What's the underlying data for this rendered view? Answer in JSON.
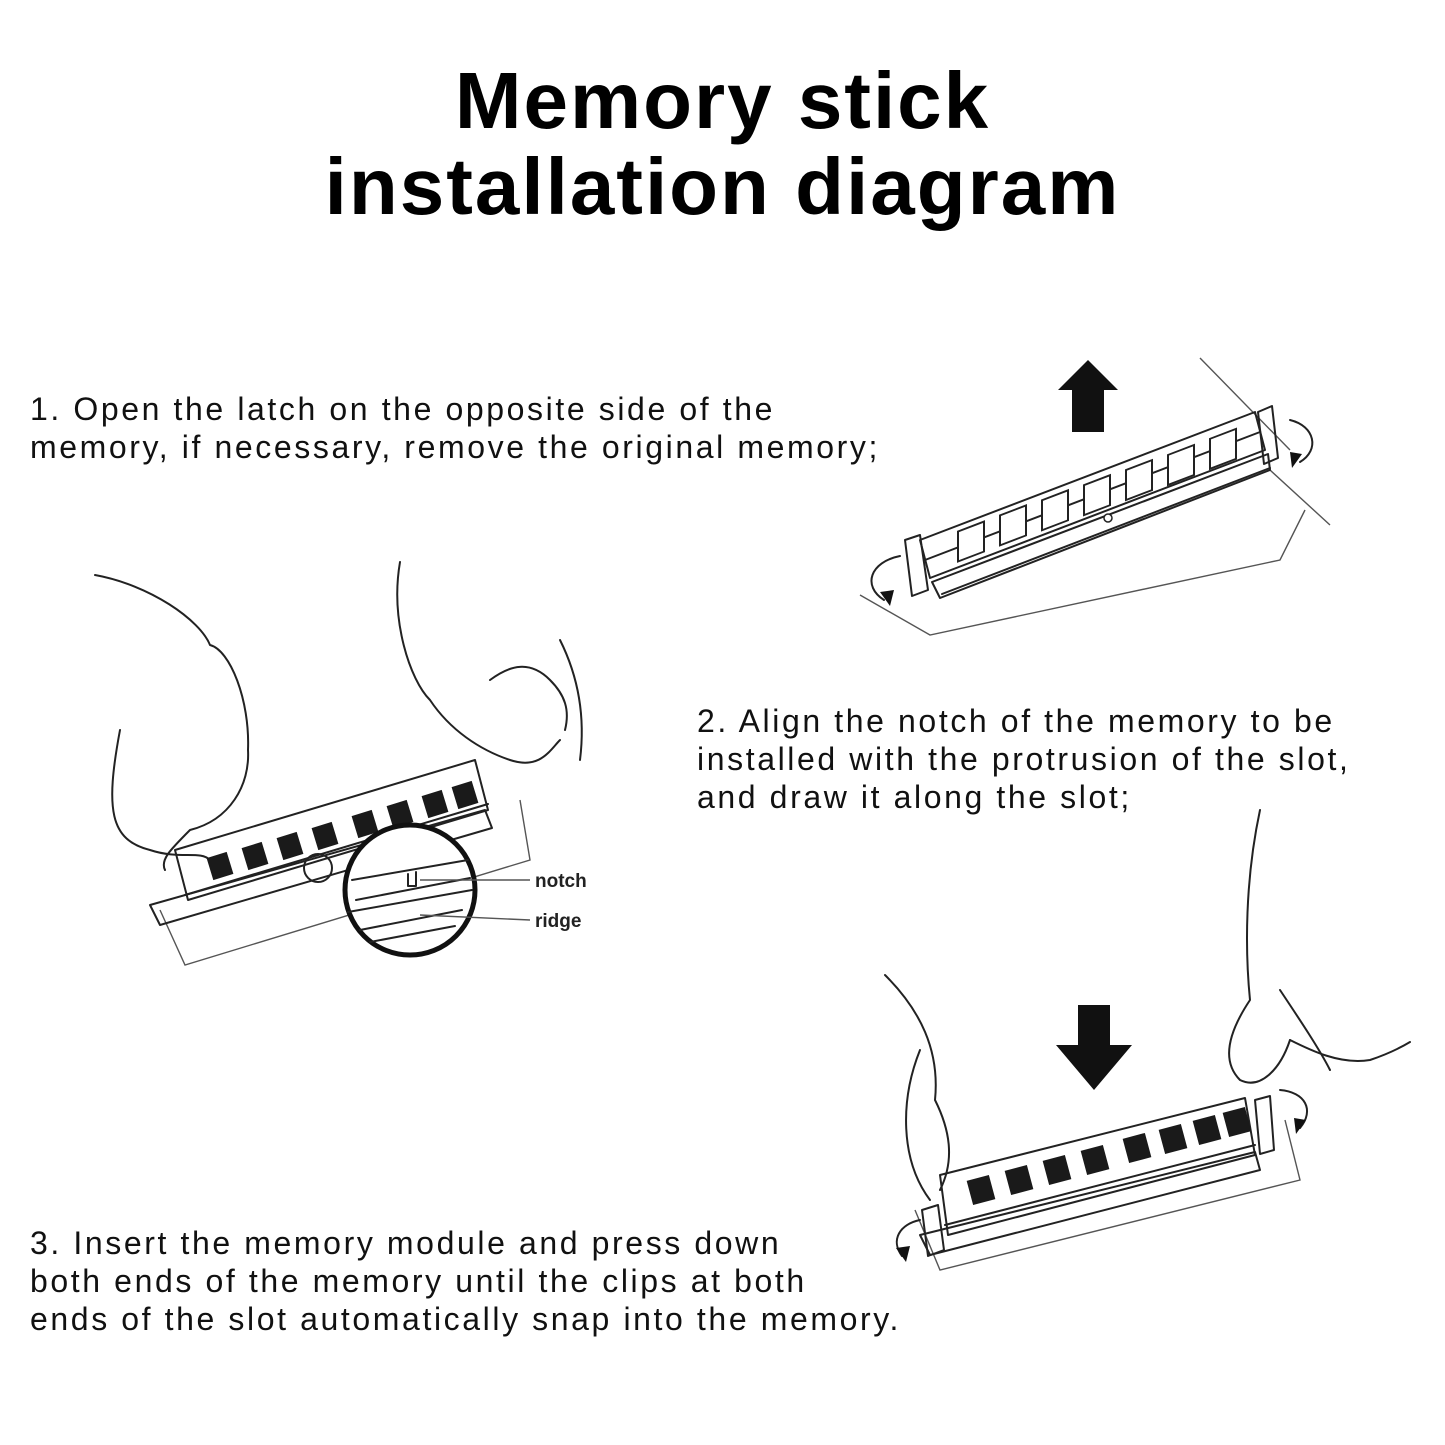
{
  "title": {
    "line1": "Memory stick",
    "line2": "installation diagram"
  },
  "steps": [
    {
      "lines": [
        "1. Open the latch on the opposite side of the",
        "memory, if necessary, remove the original memory;"
      ]
    },
    {
      "lines": [
        "2. Align the notch of the memory to be",
        "installed with the protrusion of the slot,",
        "and draw it along the slot;"
      ]
    },
    {
      "lines": [
        "3. Insert the memory module and press down",
        "both ends of the memory until the clips at both",
        "ends of the slot automatically snap into the memory."
      ]
    }
  ],
  "callouts": {
    "notch": "notch",
    "ridge": "ridge"
  }
}
